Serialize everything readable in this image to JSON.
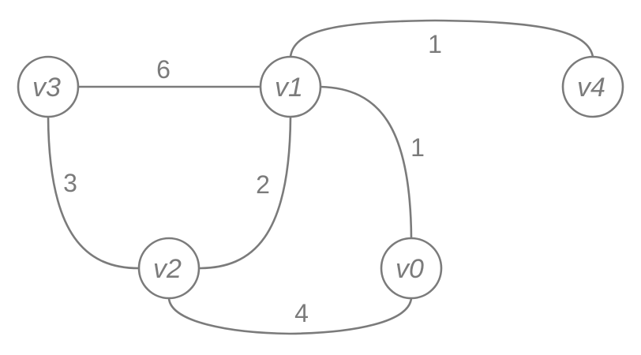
{
  "graph": {
    "title": "",
    "type": "undirected-weighted",
    "color": "#7b7b7b",
    "nodes": [
      {
        "id": "v3",
        "label": "v3"
      },
      {
        "id": "v1",
        "label": "v1"
      },
      {
        "id": "v4",
        "label": "v4"
      },
      {
        "id": "v2",
        "label": "v2"
      },
      {
        "id": "v0",
        "label": "v0"
      }
    ],
    "edges": [
      {
        "from": "v3",
        "to": "v1",
        "weight": "6"
      },
      {
        "from": "v1",
        "to": "v4",
        "weight": "1"
      },
      {
        "from": "v1",
        "to": "v0",
        "weight": "1"
      },
      {
        "from": "v3",
        "to": "v2",
        "weight": "3"
      },
      {
        "from": "v1",
        "to": "v2",
        "weight": "2"
      },
      {
        "from": "v2",
        "to": "v0",
        "weight": "4"
      }
    ]
  }
}
